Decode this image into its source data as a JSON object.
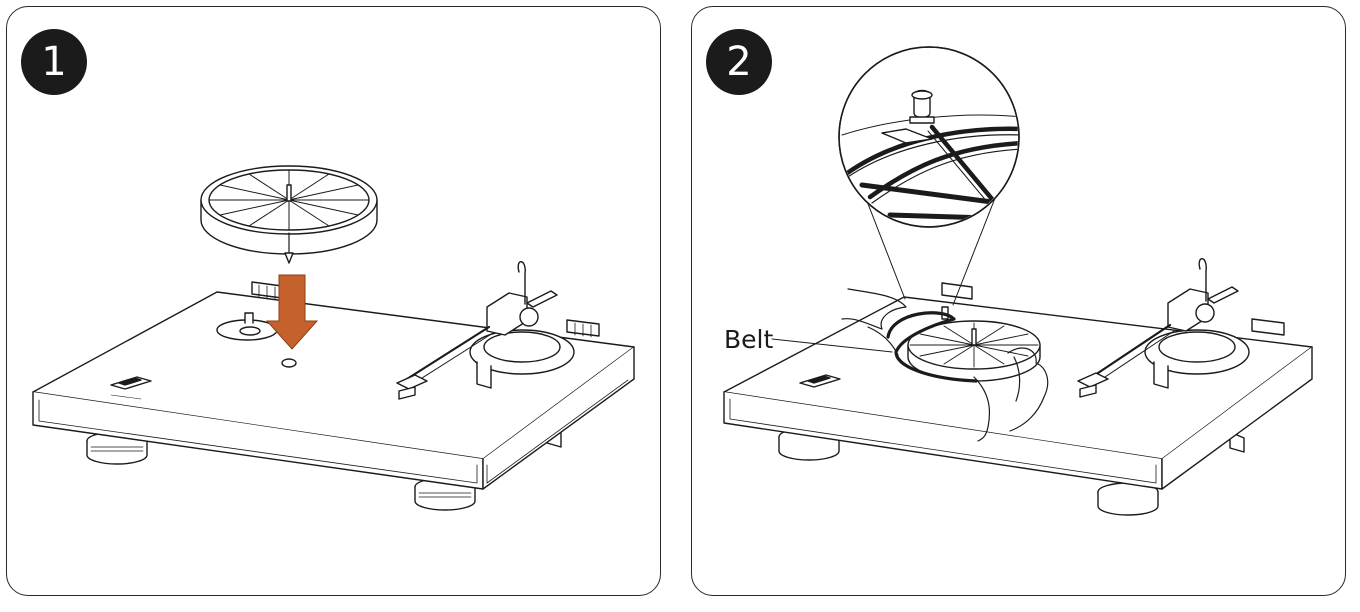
{
  "steps": [
    {
      "number": "1"
    },
    {
      "number": "2",
      "callout_label": "Belt"
    }
  ],
  "colors": {
    "arrow": "#c4612c",
    "line": "#1b1b1b",
    "badge": "#1b1b1b"
  },
  "icons": [
    "step-1-badge",
    "step-2-badge",
    "platter-icon",
    "down-arrow-icon",
    "turntable-icon",
    "tonearm-icon",
    "magnifier-callout-icon",
    "hand-icon"
  ]
}
